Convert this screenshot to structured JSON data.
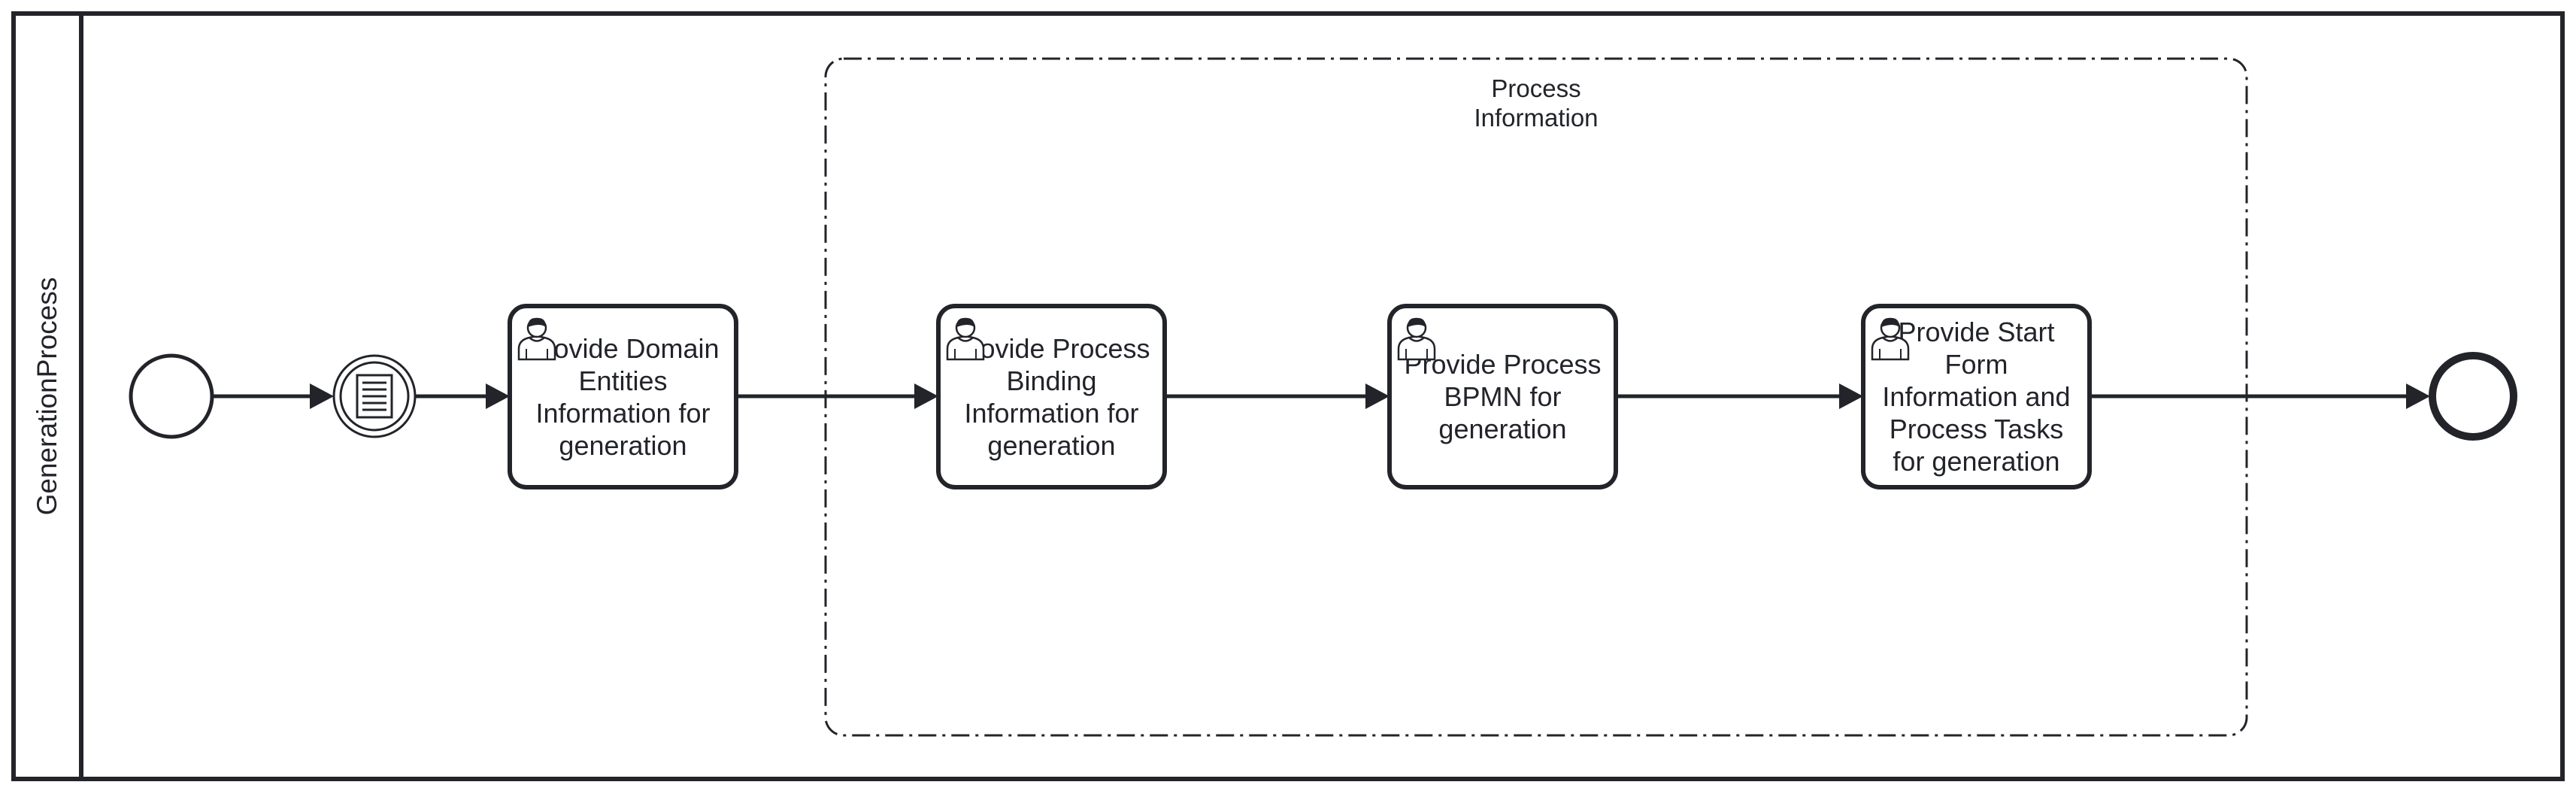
{
  "pool": {
    "label": "GenerationProcess"
  },
  "group": {
    "label": "Process\nInformation"
  },
  "tasks": [
    {
      "id": "t1",
      "label": "Provide Domain\nEntities\nInformation for\ngeneration",
      "type": "user-task"
    },
    {
      "id": "t2",
      "label": "Provide Process\nBinding\nInformation for\ngeneration",
      "type": "user-task"
    },
    {
      "id": "t3",
      "label": "Provide Process\nBPMN for\ngeneration",
      "type": "user-task"
    },
    {
      "id": "t4",
      "label": "Provide Start\nForm\nInformation and\nProcess Tasks\nfor generation",
      "type": "user-task"
    }
  ],
  "events": {
    "start": {
      "type": "start-event"
    },
    "intermediate": {
      "type": "conditional-intermediate-event",
      "icon": "document-lines-icon"
    },
    "end": {
      "type": "end-event"
    }
  },
  "colors": {
    "stroke": "#22242a",
    "fill": "#ffffff"
  }
}
